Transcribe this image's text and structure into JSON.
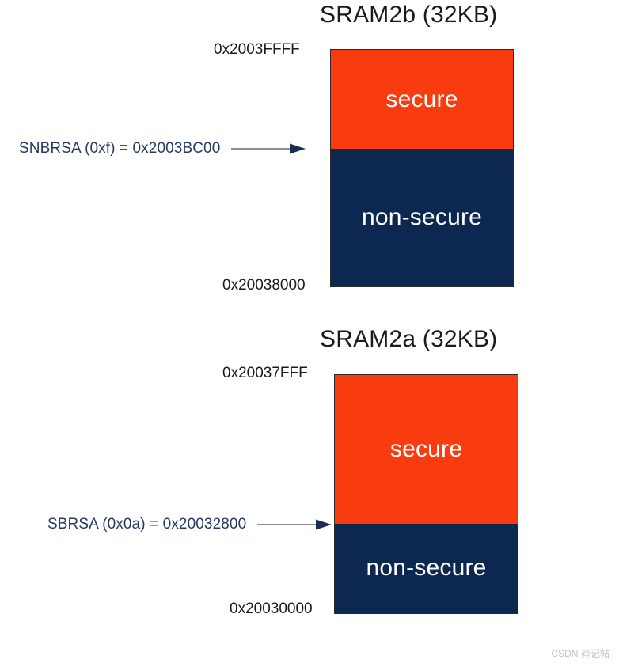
{
  "diagram": {
    "watermark": "CSDN @记帖",
    "colors": {
      "secure": "#f93b10",
      "non_secure": "#0c2851",
      "annotation_text": "#243a63",
      "arrow_line": "#8a8f9c",
      "arrow_head": "#1b2e52",
      "background": "#ffffff"
    },
    "regions": [
      {
        "id": "sram2b",
        "title": "SRAM2b (32KB)",
        "top_address": "0x2003FFFF",
        "bottom_address": "0x20038000",
        "bands": [
          {
            "id": "secure",
            "label": "secure"
          },
          {
            "id": "non-secure",
            "label": "non-secure"
          }
        ],
        "annotation": {
          "register": "SNBRSA",
          "value": "0xf",
          "address": "0x2003BC00",
          "text": "SNBRSA (0xf) = 0x2003BC00"
        }
      },
      {
        "id": "sram2a",
        "title": "SRAM2a (32KB)",
        "top_address": "0x20037FFF",
        "bottom_address": "0x20030000",
        "bands": [
          {
            "id": "secure",
            "label": "secure"
          },
          {
            "id": "non-secure",
            "label": "non-secure"
          }
        ],
        "annotation": {
          "register": "SBRSA",
          "value": "0x0a",
          "address": "0x20032800",
          "text": "SBRSA (0x0a) = 0x20032800"
        }
      }
    ]
  }
}
